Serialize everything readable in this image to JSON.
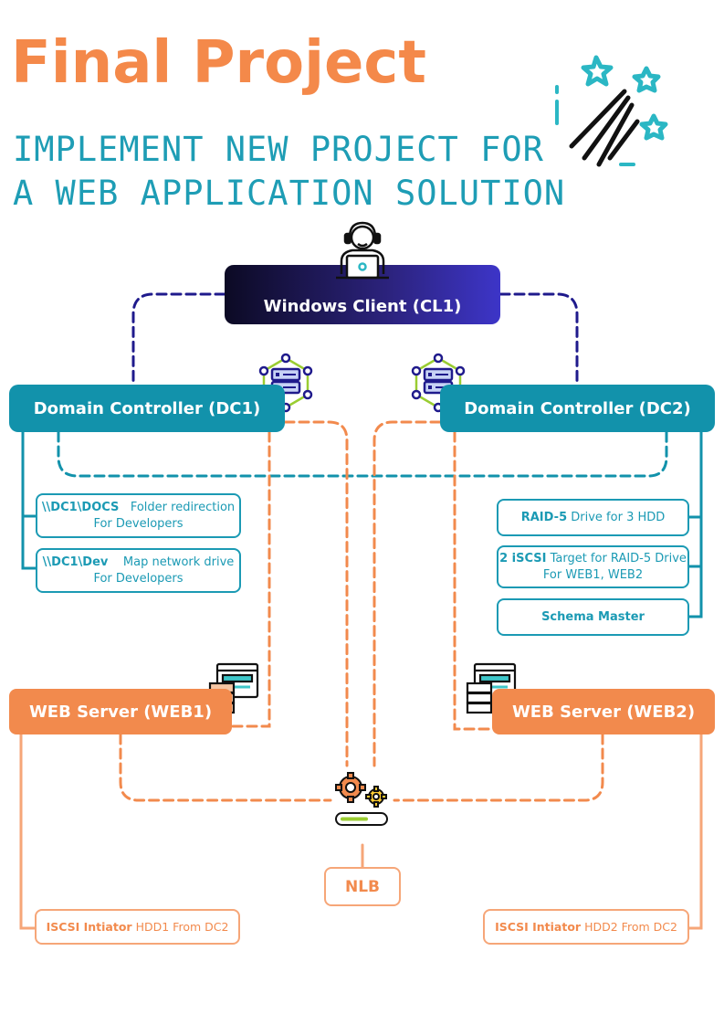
{
  "header": {
    "title": "Final Project",
    "subtitle_line1": "IMPLEMENT NEW PROJECT FOR",
    "subtitle_line2": "A WEB APPLICATION SOLUTION"
  },
  "nodes": {
    "client": "Windows Client (CL1)",
    "dc1": "Domain Controller (DC1)",
    "dc2": "Domain Controller (DC2)",
    "web1": "WEB Server (WEB1)",
    "web2": "WEB Server (WEB2)",
    "nlb": "NLB"
  },
  "dc1_items": [
    {
      "bold": "\\\\DC1\\DOCS",
      "text": "Folder redirection",
      "line2": "For Developers"
    },
    {
      "bold": "\\\\DC1\\Dev",
      "text": "Map network drive",
      "line2": "For Developers"
    }
  ],
  "dc2_items": [
    {
      "bold": "RAID-5",
      "text": "Drive for 3 HDD"
    },
    {
      "bold": "2 iSCSI",
      "text": "Target for RAID-5 Drive",
      "line2": "For WEB1, WEB2"
    },
    {
      "bold": "Schema Master",
      "text": ""
    }
  ],
  "web1_item": {
    "bold": "ISCSI Intiator",
    "text": "HDD1 From DC2"
  },
  "web2_item": {
    "bold": "ISCSI Intiator",
    "text": "HDD2 From DC2"
  },
  "colors": {
    "title": "#f4894a",
    "subtitle": "#1e9db5",
    "teal": "#1292ab",
    "navy": "#1f1a8c",
    "orange": "#f28a4d"
  },
  "icons": [
    "user-laptop-icon",
    "server-network-icon",
    "web-server-icon",
    "gears-icon",
    "stars-icon"
  ]
}
